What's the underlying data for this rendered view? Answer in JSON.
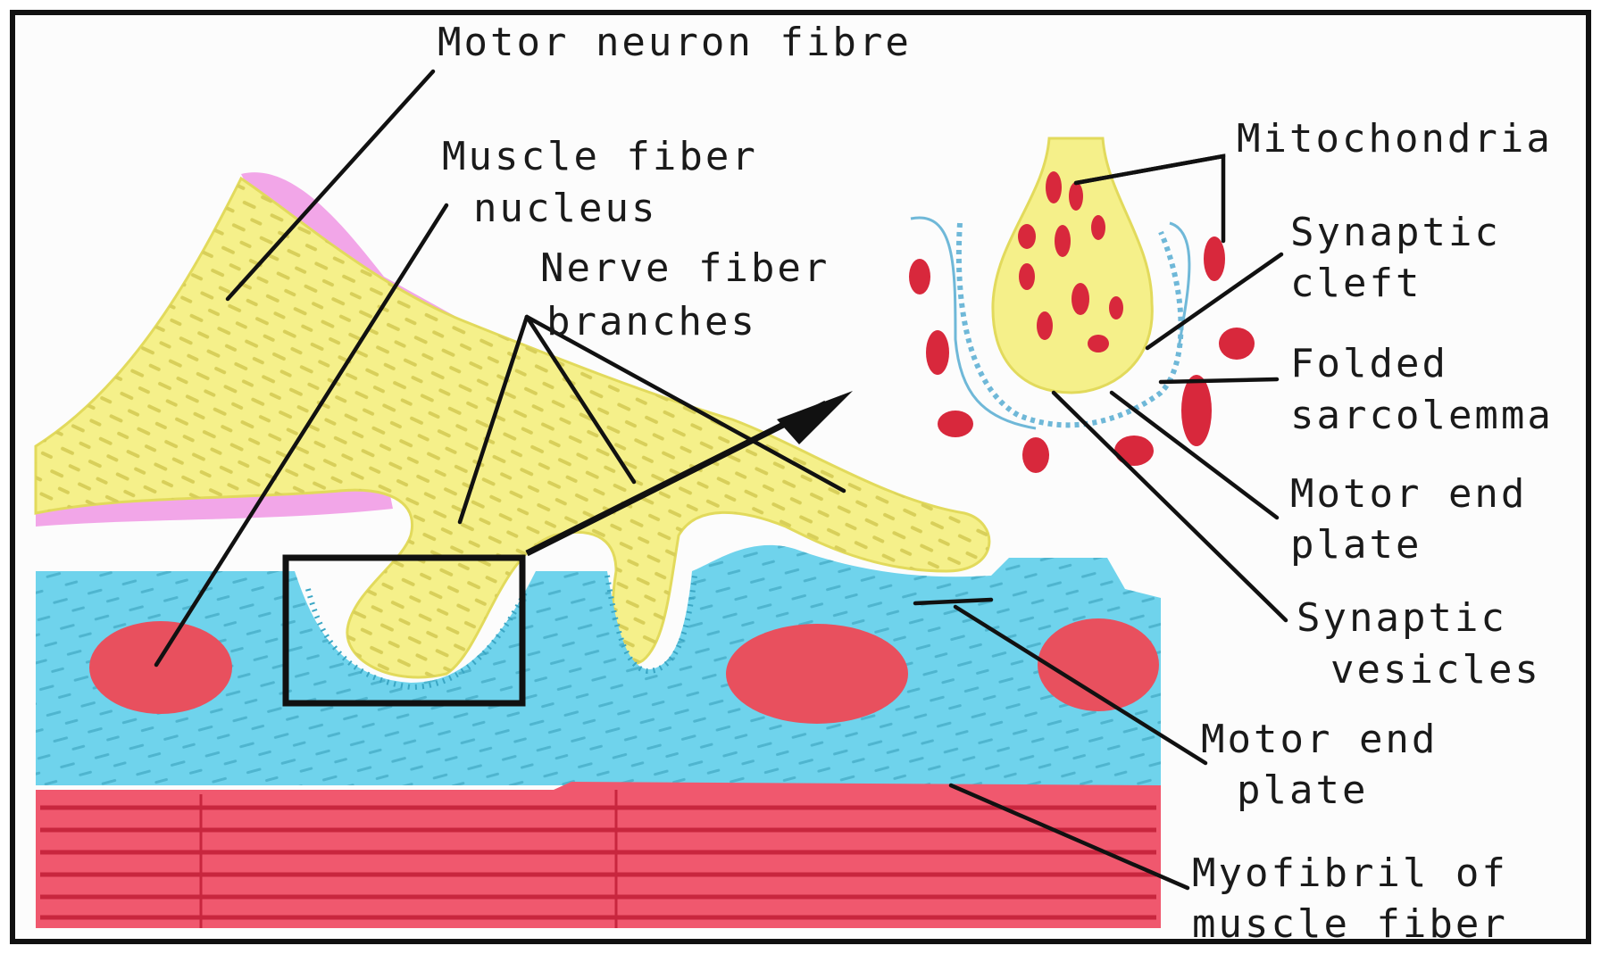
{
  "labels": {
    "motor_neuron_fibre": "Motor neuron fibre",
    "muscle_fiber_nucleus_1": "Muscle fiber",
    "muscle_fiber_nucleus_2": "nucleus",
    "nerve_fiber_branches_1": "Nerve fiber",
    "nerve_fiber_branches_2": "branches",
    "mitochondria": "Mitochondria",
    "synaptic_cleft_1": "Synaptic",
    "synaptic_cleft_2": "cleft",
    "folded_sarcolemma_1": "Folded",
    "folded_sarcolemma_2": "sarcolemma",
    "motor_end_plate_inset_1": "Motor end",
    "motor_end_plate_inset_2": "plate",
    "synaptic_vesicles_1": "Synaptic",
    "synaptic_vesicles_2": "vesicles",
    "motor_end_plate_1": "Motor end",
    "motor_end_plate_2": "plate",
    "myofibril_1": "Myofibril of",
    "myofibril_2": "muscle fiber"
  },
  "colors": {
    "nerve": "#f5f08a",
    "nerve_edge": "#e2da5c",
    "myelin": "#f2a6e8",
    "sarcoplasm": "#6fd3ec",
    "nucleus": "#e8505e",
    "myofibril": "#f0586e",
    "mitochondrion": "#d8283c"
  }
}
